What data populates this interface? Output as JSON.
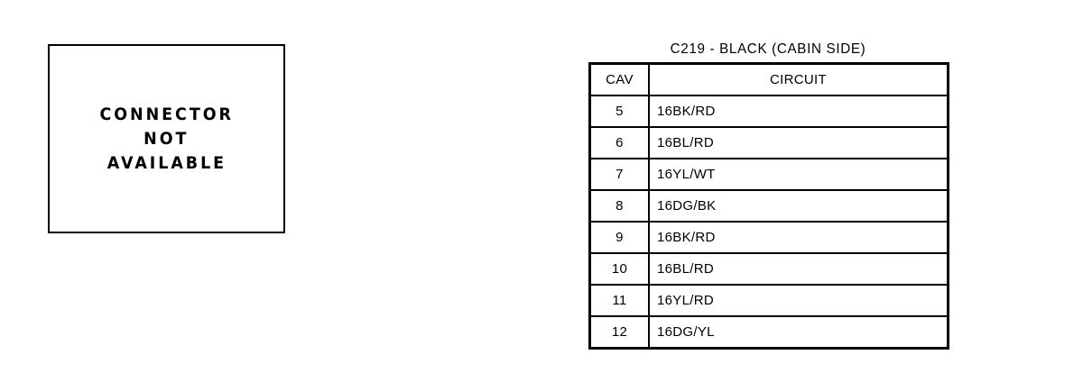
{
  "connector_placeholder": {
    "line1": "CONNECTOR",
    "line2": "NOT",
    "line3": "AVAILABLE"
  },
  "connector_table": {
    "title": "C219 - BLACK (CABIN SIDE)",
    "columns": {
      "cav": "CAV",
      "circuit": "CIRCUIT"
    },
    "rows": [
      {
        "cav": "5",
        "circuit": "16BK/RD"
      },
      {
        "cav": "6",
        "circuit": "16BL/RD"
      },
      {
        "cav": "7",
        "circuit": "16YL/WT"
      },
      {
        "cav": "8",
        "circuit": "16DG/BK"
      },
      {
        "cav": "9",
        "circuit": "16BK/RD"
      },
      {
        "cav": "10",
        "circuit": "16BL/RD"
      },
      {
        "cav": "11",
        "circuit": "16YL/RD"
      },
      {
        "cav": "12",
        "circuit": "16DG/YL"
      }
    ]
  },
  "colors": {
    "ink": "#000000",
    "paper": "#ffffff"
  }
}
